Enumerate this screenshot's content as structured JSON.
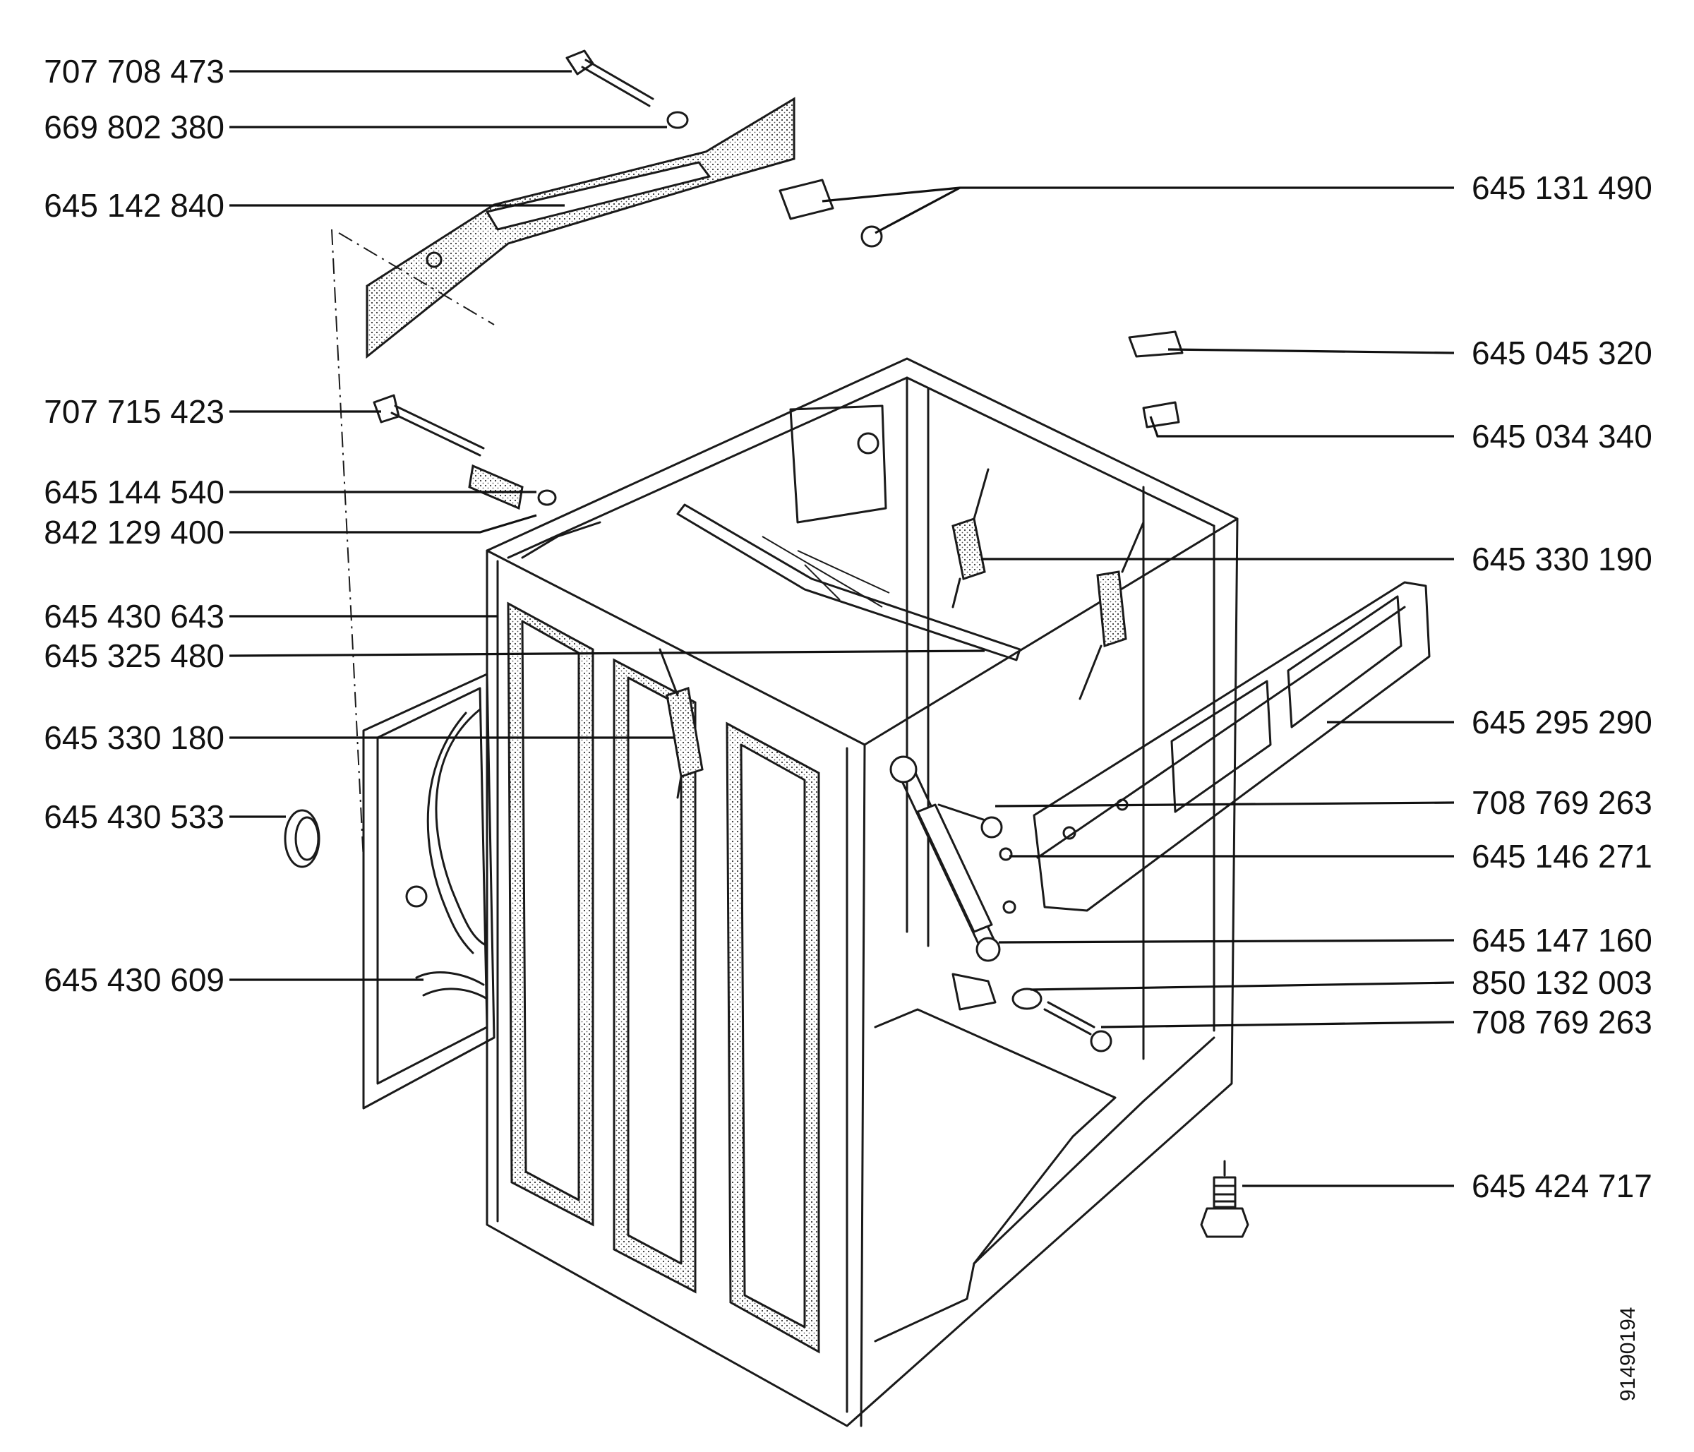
{
  "diagram": {
    "labels_left": [
      "707 708 473",
      "669 802 380",
      "645 142 840",
      "707 715 423",
      "645 144 540",
      "842 129 400",
      "645 430 643",
      "645 325 480",
      "645 330 180",
      "645 430 533",
      "645 430 609"
    ],
    "labels_right": [
      "645 131 490",
      "645 045 320",
      "645 034 340",
      "645 330 190",
      "645 295 290",
      "708 769 263",
      "645 146 271",
      "645 147 160",
      "850 132 003",
      "708 769 263",
      "645 424 717"
    ],
    "reference_number": "91490194"
  }
}
